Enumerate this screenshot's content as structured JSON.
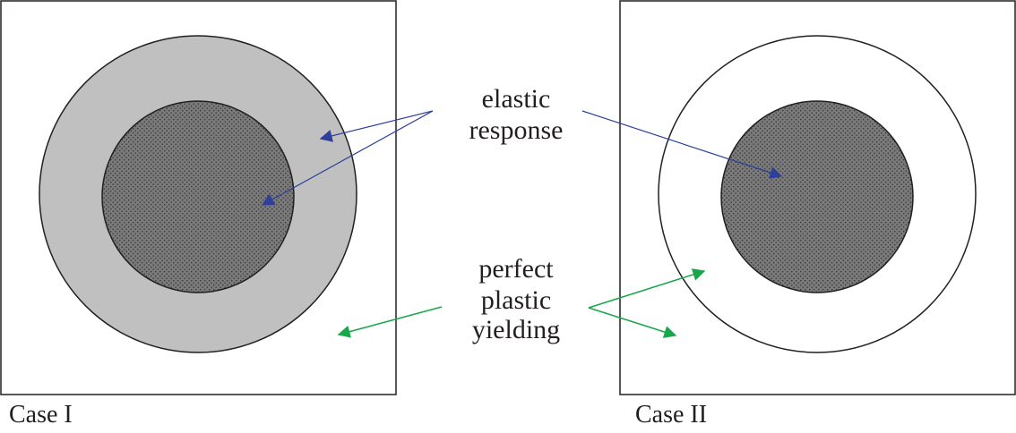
{
  "labels": {
    "elastic_line1": "elastic",
    "elastic_line2": "response",
    "plastic_line1": "perfect",
    "plastic_line2": "plastic",
    "plastic_line3": "yielding",
    "case1": "Case I",
    "case2": "Case II"
  },
  "colors": {
    "outline": "#231f20",
    "elastic_arrow": "#2e3f9a",
    "plastic_arrow": "#1aa64a",
    "inner_core_fill": "#7a7a7a",
    "case1_ring_fill": "#c0c0c0",
    "case2_ring_fill": "#ffffff"
  }
}
